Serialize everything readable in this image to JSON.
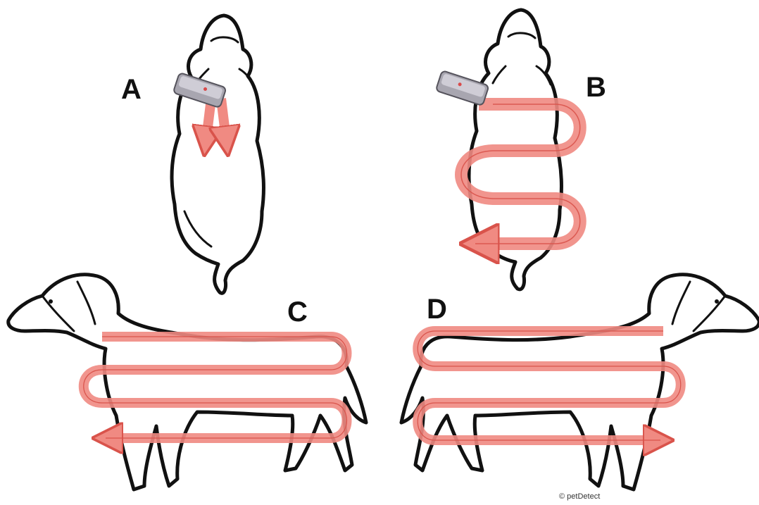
{
  "panels": {
    "a": {
      "letter": "A"
    },
    "b": {
      "letter": "B"
    },
    "c": {
      "letter": "C"
    },
    "d": {
      "letter": "D"
    }
  },
  "credit": "© petDetect",
  "colors": {
    "arrow_fill": "#f08a82",
    "arrow_stroke": "#d9534b",
    "outline": "#111111",
    "scanner_body": "#a8a6b0",
    "scanner_top": "#cfcdd6",
    "scanner_led": "#d94a4a"
  },
  "icons": {
    "scanner": "microchip-scanner-icon"
  }
}
